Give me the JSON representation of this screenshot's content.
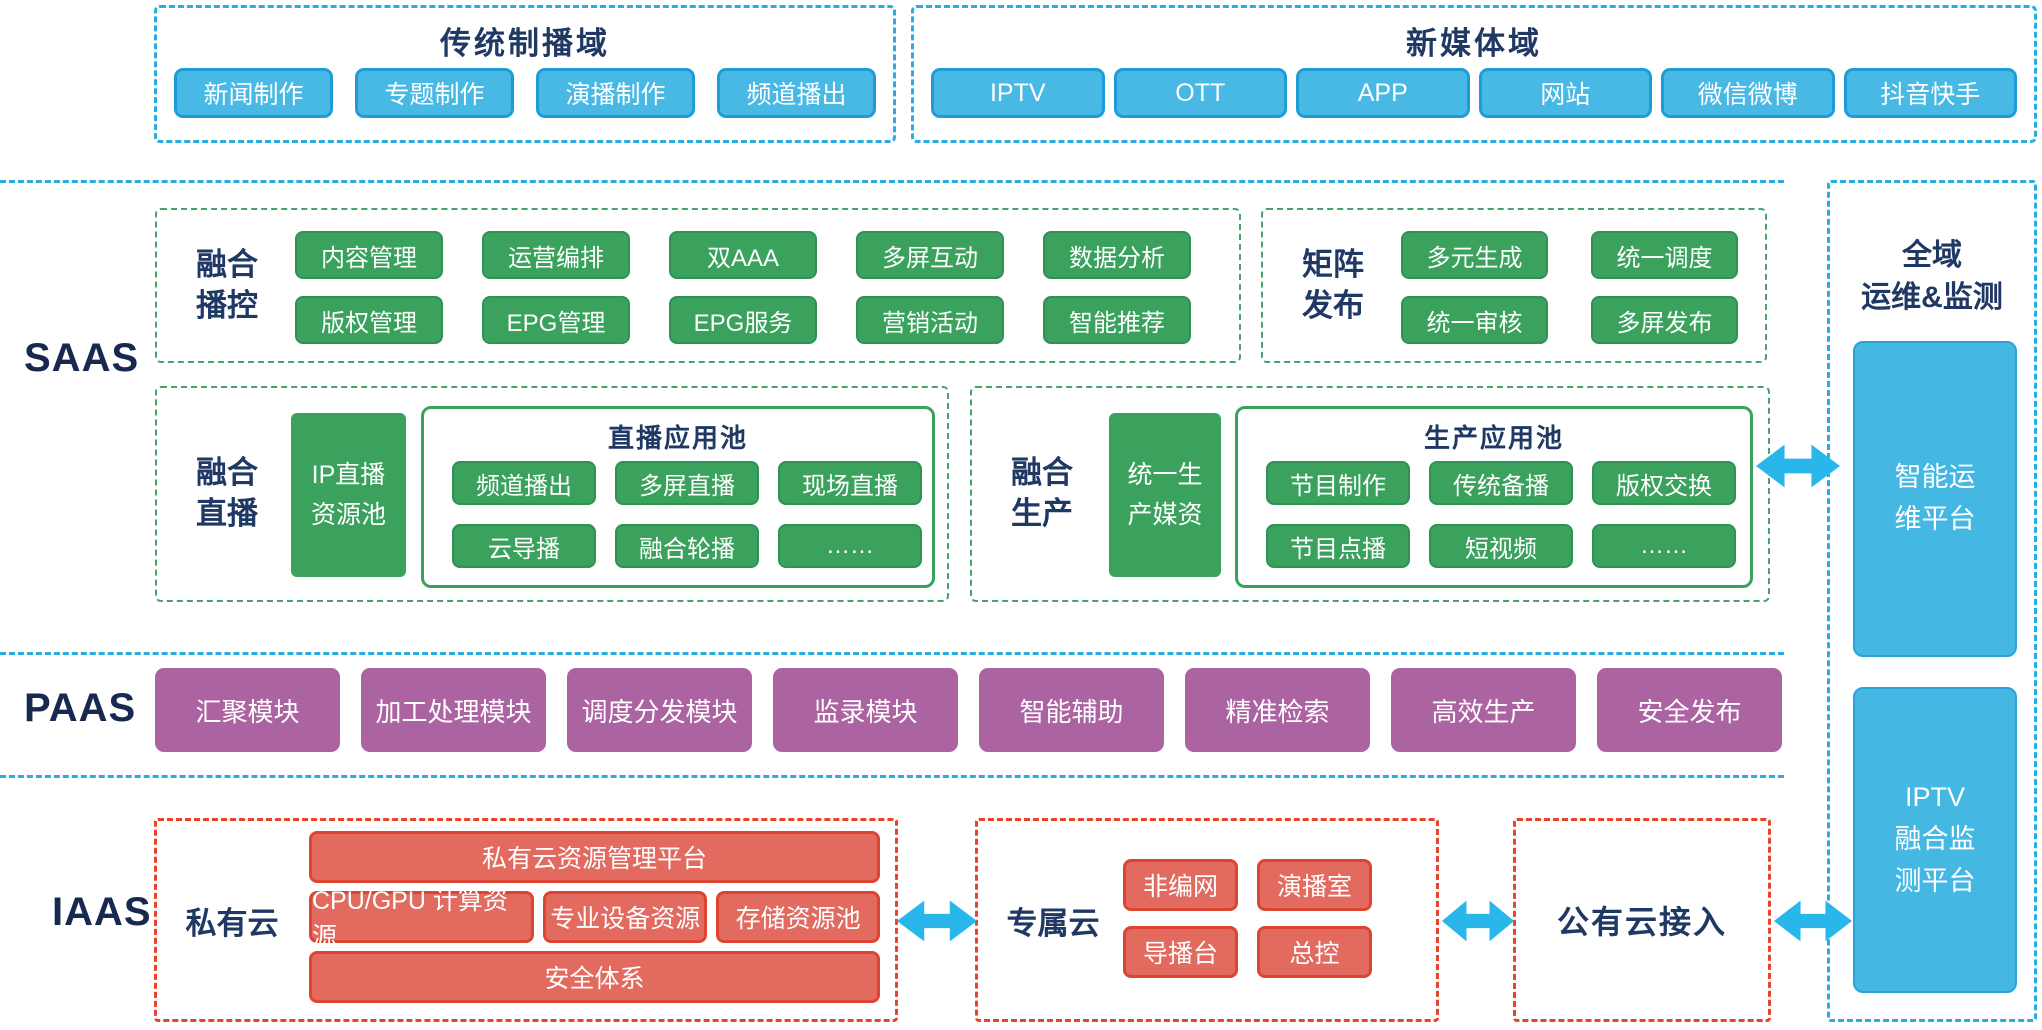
{
  "colors": {
    "cyan_fill": "#48B8E4",
    "cyan_border": "#1E9CD8",
    "cyan_dash": "#2AACE3",
    "green_fill": "#3BA25E",
    "green_dash": "#46A36C",
    "purple_fill": "#AC63A1",
    "red_fill": "#E26A5E",
    "red_border": "#DC4531",
    "red_dash": "#E8432D",
    "arrow": "#29B6EA",
    "navy_text": "#1F3864",
    "layer_text": "#17294E"
  },
  "layers": {
    "saas": "SAAS",
    "paas": "PAAS",
    "iaas": "IAAS"
  },
  "top": {
    "traditional": {
      "title": "传统制播域",
      "buttons": [
        "新闻制作",
        "专题制作",
        "演播制作",
        "频道播出"
      ]
    },
    "new_media": {
      "title": "新媒体域",
      "buttons": [
        "IPTV",
        "OTT",
        "APP",
        "网站",
        "微信微博",
        "抖音快手"
      ]
    }
  },
  "saas": {
    "bokong": {
      "label": "融合\n播控",
      "buttons": [
        "内容管理",
        "运营编排",
        "双AAA",
        "多屏互动",
        "数据分析",
        "版权管理",
        "EPG管理",
        "EPG服务",
        "营销活动",
        "智能推荐"
      ]
    },
    "juzhen": {
      "label": "矩阵\n发布",
      "buttons": [
        "多元生成",
        "统一调度",
        "统一审核",
        "多屏发布"
      ]
    },
    "zhibo": {
      "label": "融合\n直播",
      "resource": "IP直播\n资源池",
      "pool_title": "直播应用池",
      "buttons": [
        "频道播出",
        "多屏直播",
        "现场直播",
        "云导播",
        "融合轮播",
        "……"
      ]
    },
    "shengchan": {
      "label": "融合\n生产",
      "resource": "统一生\n产媒资",
      "pool_title": "生产应用池",
      "buttons": [
        "节目制作",
        "传统备播",
        "版权交换",
        "节目点播",
        "短视频",
        "……"
      ]
    }
  },
  "paas": {
    "buttons": [
      "汇聚模块",
      "加工处理模块",
      "调度分发模块",
      "监录模块",
      "智能辅助",
      "精准检索",
      "高效生产",
      "安全发布"
    ]
  },
  "iaas": {
    "private_cloud": {
      "label": "私有云",
      "top_bar": "私有云资源管理平台",
      "row": [
        "CPU/GPU 计算资源",
        "专业设备资源",
        "存储资源池"
      ],
      "bottom_bar": "安全体系"
    },
    "dedicated_cloud": {
      "label": "专属云",
      "buttons": [
        "非编网",
        "演播室",
        "导播台",
        "总控"
      ]
    },
    "public_cloud": {
      "label": "公有云接入"
    }
  },
  "right_column": {
    "title": "全域\n运维&监测",
    "boxes": [
      "智能运\n维平台",
      "IPTV\n融合监\n测平台"
    ]
  }
}
